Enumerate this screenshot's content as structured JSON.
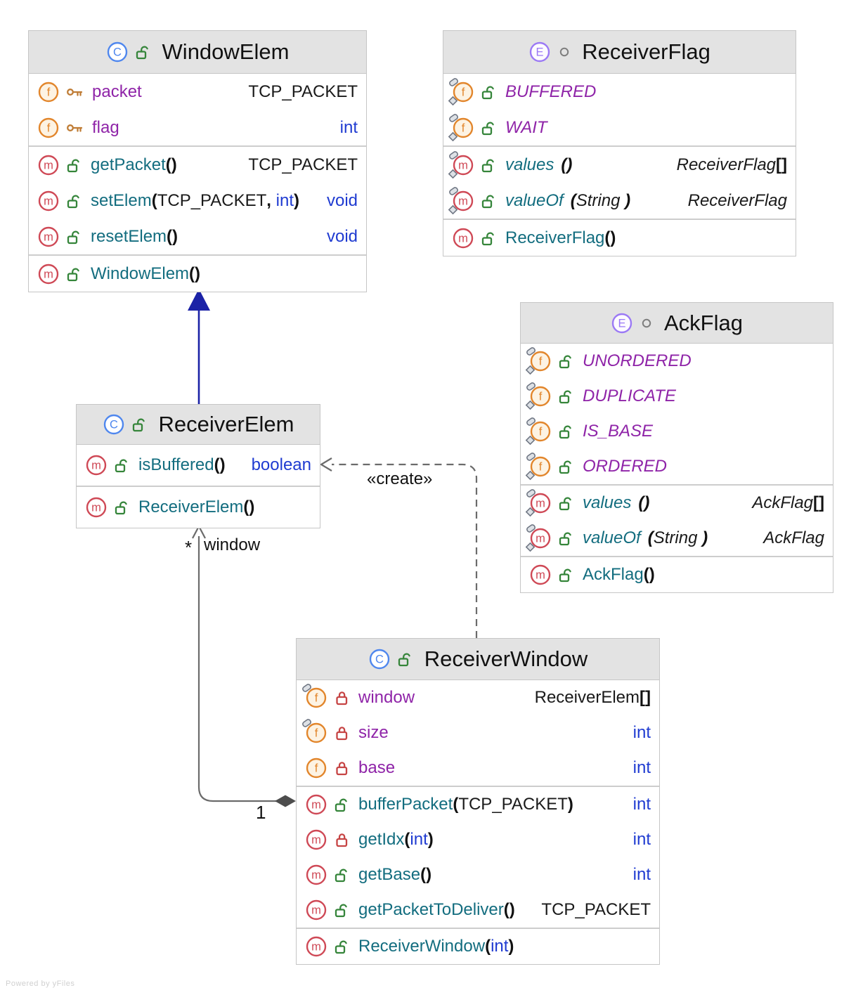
{
  "diagram": {
    "classes": [
      {
        "id": "WindowElem",
        "kind": "class",
        "title": "WindowElem",
        "stereotype_icon": "class-icon",
        "visibility_icon": "open-lock-icon",
        "sections": [
          {
            "name": "fields",
            "rows": [
              {
                "kind": "field",
                "member_icon": "field-icon",
                "visibility": "package",
                "visibility_icon": "key-icon",
                "name": "packet",
                "type": {
                  "text": "TCP_PACKET",
                  "style": "class"
                }
              },
              {
                "kind": "field",
                "member_icon": "field-icon",
                "visibility": "package",
                "visibility_icon": "key-icon",
                "name": "flag",
                "type": {
                  "text": "int",
                  "style": "primitive"
                }
              }
            ]
          },
          {
            "name": "methods",
            "rows": [
              {
                "kind": "method",
                "member_icon": "method-icon",
                "visibility": "public",
                "visibility_icon": "open-lock-icon",
                "name": "getPacket",
                "params": [],
                "type": {
                  "text": "TCP_PACKET",
                  "style": "class"
                }
              },
              {
                "kind": "method",
                "member_icon": "method-icon",
                "visibility": "public",
                "visibility_icon": "open-lock-icon",
                "name": "setElem",
                "params": [
                  {
                    "text": "TCP_PACKET",
                    "style": "class"
                  },
                  {
                    "text": "int",
                    "style": "primitive"
                  }
                ],
                "type": {
                  "text": "void",
                  "style": "primitive"
                }
              },
              {
                "kind": "method",
                "member_icon": "method-icon",
                "visibility": "public",
                "visibility_icon": "open-lock-icon",
                "name": "resetElem",
                "params": [],
                "type": {
                  "text": "void",
                  "style": "primitive"
                }
              }
            ]
          },
          {
            "name": "constructors",
            "rows": [
              {
                "kind": "constructor",
                "member_icon": "method-icon",
                "visibility": "public",
                "visibility_icon": "open-lock-icon",
                "name": "WindowElem",
                "params": []
              }
            ]
          }
        ]
      },
      {
        "id": "ReceiverFlag",
        "kind": "enum",
        "title": "ReceiverFlag",
        "stereotype_icon": "enum-icon",
        "visibility_icon": "circle-icon",
        "sections": [
          {
            "name": "fields",
            "rows": [
              {
                "kind": "field",
                "static": true,
                "italic": true,
                "member_icon": "field-icon",
                "visibility": "public",
                "visibility_icon": "open-lock-icon",
                "name": "BUFFERED",
                "type": null
              },
              {
                "kind": "field",
                "static": true,
                "italic": true,
                "member_icon": "field-icon",
                "visibility": "public",
                "visibility_icon": "open-lock-icon",
                "name": "WAIT",
                "type": null
              }
            ]
          },
          {
            "name": "methods",
            "rows": [
              {
                "kind": "method",
                "static": true,
                "italic": true,
                "member_icon": "method-icon",
                "visibility": "public",
                "visibility_icon": "open-lock-icon",
                "name": "values",
                "params": [],
                "type": {
                  "text": "ReceiverFlag",
                  "style": "class",
                  "array": true
                }
              },
              {
                "kind": "method",
                "static": true,
                "italic": true,
                "member_icon": "method-icon",
                "visibility": "public",
                "visibility_icon": "open-lock-icon",
                "name": "valueOf",
                "params": [
                  {
                    "text": "String ",
                    "style": "class"
                  }
                ],
                "type": {
                  "text": "ReceiverFlag",
                  "style": "class"
                }
              }
            ]
          },
          {
            "name": "constructors",
            "rows": [
              {
                "kind": "constructor",
                "member_icon": "method-icon",
                "visibility": "public",
                "visibility_icon": "open-lock-icon",
                "name": "ReceiverFlag",
                "params": []
              }
            ]
          }
        ]
      },
      {
        "id": "AckFlag",
        "kind": "enum",
        "title": "AckFlag",
        "stereotype_icon": "enum-icon",
        "visibility_icon": "circle-icon",
        "sections": [
          {
            "name": "fields",
            "rows": [
              {
                "kind": "field",
                "static": true,
                "italic": true,
                "member_icon": "field-icon",
                "visibility": "public",
                "visibility_icon": "open-lock-icon",
                "name": "UNORDERED",
                "type": null
              },
              {
                "kind": "field",
                "static": true,
                "italic": true,
                "member_icon": "field-icon",
                "visibility": "public",
                "visibility_icon": "open-lock-icon",
                "name": "DUPLICATE",
                "type": null
              },
              {
                "kind": "field",
                "static": true,
                "italic": true,
                "member_icon": "field-icon",
                "visibility": "public",
                "visibility_icon": "open-lock-icon",
                "name": "IS_BASE",
                "type": null
              },
              {
                "kind": "field",
                "static": true,
                "italic": true,
                "member_icon": "field-icon",
                "visibility": "public",
                "visibility_icon": "open-lock-icon",
                "name": "ORDERED",
                "type": null
              }
            ]
          },
          {
            "name": "methods",
            "rows": [
              {
                "kind": "method",
                "static": true,
                "italic": true,
                "member_icon": "method-icon",
                "visibility": "public",
                "visibility_icon": "open-lock-icon",
                "name": "values",
                "params": [],
                "type": {
                  "text": "AckFlag",
                  "style": "class",
                  "array": true
                }
              },
              {
                "kind": "method",
                "static": true,
                "italic": true,
                "member_icon": "method-icon",
                "visibility": "public",
                "visibility_icon": "open-lock-icon",
                "name": "valueOf",
                "params": [
                  {
                    "text": "String ",
                    "style": "class"
                  }
                ],
                "type": {
                  "text": "AckFlag",
                  "style": "class"
                }
              }
            ]
          },
          {
            "name": "constructors",
            "rows": [
              {
                "kind": "constructor",
                "member_icon": "method-icon",
                "visibility": "public",
                "visibility_icon": "open-lock-icon",
                "name": "AckFlag",
                "params": []
              }
            ]
          }
        ]
      },
      {
        "id": "ReceiverElem",
        "kind": "class",
        "title": "ReceiverElem",
        "stereotype_icon": "class-icon",
        "visibility_icon": "open-lock-icon",
        "sections": [
          {
            "name": "methods",
            "rows": [
              {
                "kind": "method",
                "member_icon": "method-icon",
                "visibility": "public",
                "visibility_icon": "open-lock-icon",
                "name": "isBuffered",
                "params": [],
                "type": {
                  "text": "boolean",
                  "style": "primitive"
                }
              }
            ]
          },
          {
            "name": "constructors",
            "rows": [
              {
                "kind": "constructor",
                "member_icon": "method-icon",
                "visibility": "public",
                "visibility_icon": "open-lock-icon",
                "name": "ReceiverElem",
                "params": []
              }
            ]
          }
        ]
      },
      {
        "id": "ReceiverWindow",
        "kind": "class",
        "title": "ReceiverWindow",
        "stereotype_icon": "class-icon",
        "visibility_icon": "open-lock-icon",
        "sections": [
          {
            "name": "fields",
            "rows": [
              {
                "kind": "field",
                "final": true,
                "member_icon": "field-icon",
                "visibility": "private",
                "visibility_icon": "closed-lock-icon",
                "name": "window",
                "type": {
                  "text": "ReceiverElem",
                  "style": "class",
                  "array": true
                }
              },
              {
                "kind": "field",
                "final": true,
                "member_icon": "field-icon",
                "visibility": "private",
                "visibility_icon": "closed-lock-icon",
                "name": "size",
                "type": {
                  "text": "int",
                  "style": "primitive"
                }
              },
              {
                "kind": "field",
                "member_icon": "field-icon",
                "visibility": "private",
                "visibility_icon": "closed-lock-icon",
                "name": "base",
                "type": {
                  "text": "int",
                  "style": "primitive"
                }
              }
            ]
          },
          {
            "name": "methods",
            "rows": [
              {
                "kind": "method",
                "member_icon": "method-icon",
                "visibility": "public",
                "visibility_icon": "open-lock-icon",
                "name": "bufferPacket",
                "params": [
                  {
                    "text": "TCP_PACKET",
                    "style": "class"
                  }
                ],
                "type": {
                  "text": "int",
                  "style": "primitive"
                }
              },
              {
                "kind": "method",
                "member_icon": "method-icon",
                "visibility": "private",
                "visibility_icon": "closed-lock-icon",
                "name": "getIdx",
                "params": [
                  {
                    "text": "int",
                    "style": "primitive"
                  }
                ],
                "type": {
                  "text": "int",
                  "style": "primitive"
                }
              },
              {
                "kind": "method",
                "member_icon": "method-icon",
                "visibility": "public",
                "visibility_icon": "open-lock-icon",
                "name": "getBase",
                "params": [],
                "type": {
                  "text": "int",
                  "style": "primitive"
                }
              },
              {
                "kind": "method",
                "member_icon": "method-icon",
                "visibility": "public",
                "visibility_icon": "open-lock-icon",
                "name": "getPacketToDeliver",
                "params": [],
                "type": {
                  "text": "TCP_PACKET",
                  "style": "class"
                }
              }
            ]
          },
          {
            "name": "constructors",
            "rows": [
              {
                "kind": "constructor",
                "member_icon": "method-icon",
                "visibility": "public",
                "visibility_icon": "open-lock-icon",
                "name": "ReceiverWindow",
                "params": [
                  {
                    "text": "int",
                    "style": "primitive"
                  }
                ]
              }
            ]
          }
        ]
      }
    ],
    "edges": {
      "generalization": {
        "type": "generalization",
        "from": "ReceiverElem",
        "to": "WindowElem"
      },
      "aggregation": {
        "type": "aggregation",
        "from": "ReceiverWindow",
        "to": "ReceiverElem",
        "source_multiplicity": "1",
        "target_multiplicity": "*",
        "label": "window"
      },
      "create": {
        "type": "dependency",
        "from": "ReceiverWindow",
        "to": "ReceiverElem",
        "label": "«create»"
      }
    }
  },
  "colors": {
    "field_name": "#8f24a8",
    "method_name": "#136d7f",
    "primitive_type": "#1f3bd1",
    "class_type": "#1a1a1a",
    "class_icon": "#4f87ee",
    "enum_icon": "#9b79f5",
    "field_icon": "#e2862c",
    "method_icon": "#cf4956",
    "public": "#35853a",
    "private": "#c64444",
    "package": "#bf7c35",
    "inheritance": "#1b22a6",
    "edge": "#6b6b6b",
    "header_bg": "#e3e3e3"
  },
  "watermark": "Powered by yFiles"
}
